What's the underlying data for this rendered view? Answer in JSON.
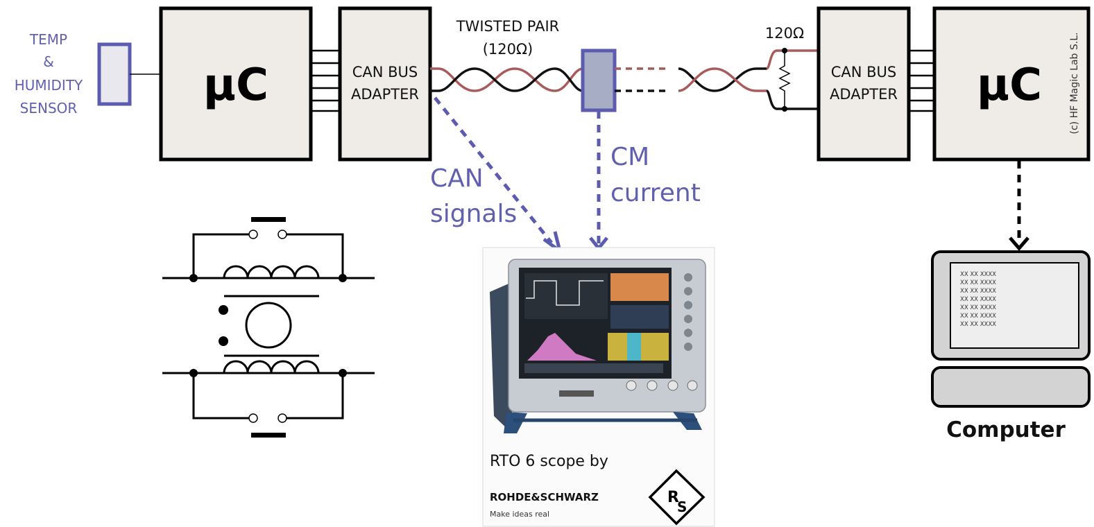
{
  "sensor_label": [
    "TEMP",
    "&",
    "HUMIDITY",
    "SENSOR"
  ],
  "mcu_left": "µC",
  "mcu_right": "µC",
  "can_adapter_left": [
    "CAN BUS",
    "ADAPTER"
  ],
  "can_adapter_right": [
    "CAN BUS",
    "ADAPTER"
  ],
  "twisted_pair": [
    "TWISTED PAIR",
    "(120Ω)"
  ],
  "termination": "120Ω",
  "can_signals": [
    "CAN",
    "signals"
  ],
  "cm_current": [
    "CM",
    "current"
  ],
  "copyright": "(c) HF Magic Lab S.L.",
  "scope": {
    "caption": "RTO 6 scope by",
    "brand": "ROHDE&SCHWARZ",
    "tagline": "Make ideas real",
    "logo_letters": "R&S"
  },
  "computer": {
    "label": "Computer",
    "screen_lines": [
      "XX XX XXXX",
      "XX XX XXXX",
      "XX XX XXXX",
      "XX XX XXXX",
      "XX XX XXXX",
      "XX XX XXXX",
      "XX XX XXXX"
    ]
  },
  "colors": {
    "accent_blue": "#6060b0",
    "wire_red": "#a95a5a",
    "box_fill": "#efebe7"
  }
}
